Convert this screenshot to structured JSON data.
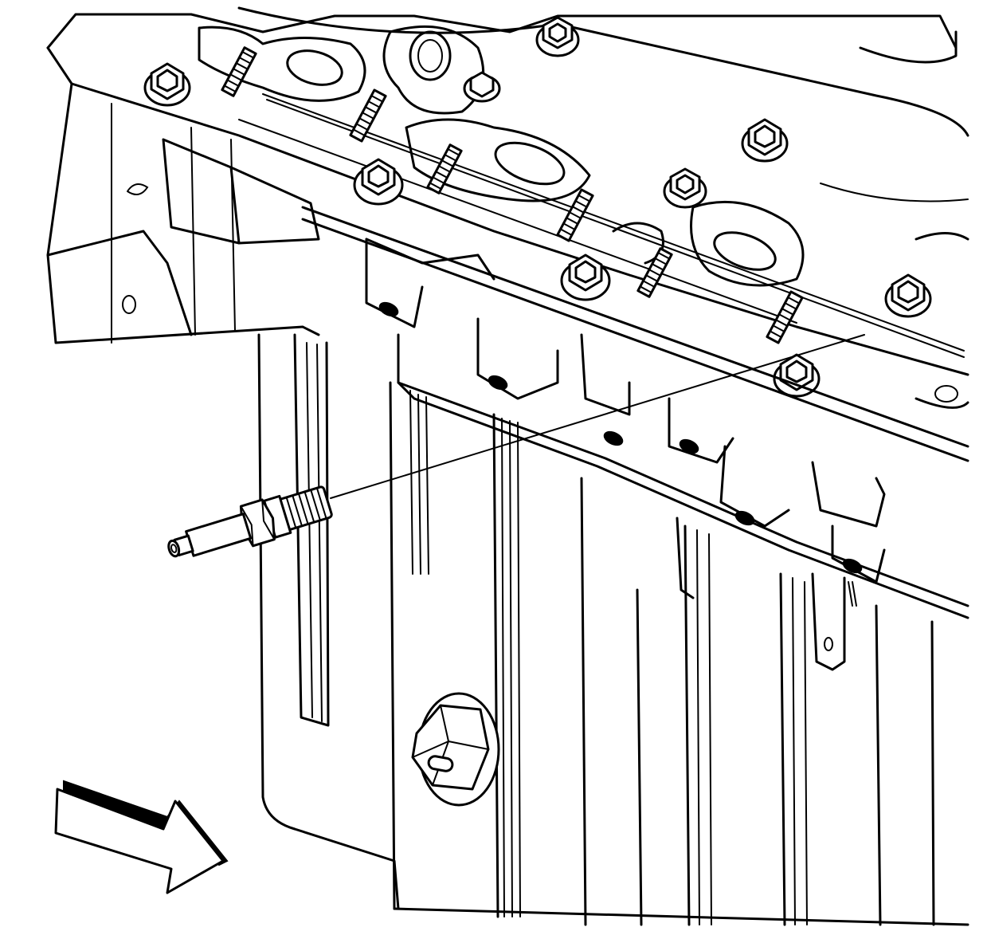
{
  "diagram": {
    "kind": "exploded-view line illustration",
    "colors": {
      "line": "#000000",
      "background": "#ffffff"
    },
    "components": [
      {
        "id": "cylinder-head",
        "icon": "engine-block-icon"
      },
      {
        "id": "exhaust-manifold-studs",
        "icon": "stud-icon"
      },
      {
        "id": "manifold-bolts",
        "icon": "hex-bolt-icon"
      },
      {
        "id": "spark-plug",
        "icon": "spark-plug-icon"
      },
      {
        "id": "spark-plug-leader-line",
        "icon": "leader-line-icon"
      },
      {
        "id": "oil-pan-drain-plug",
        "icon": "hex-plug-icon"
      },
      {
        "id": "direction-arrow",
        "icon": "arrow-right-icon"
      }
    ]
  }
}
